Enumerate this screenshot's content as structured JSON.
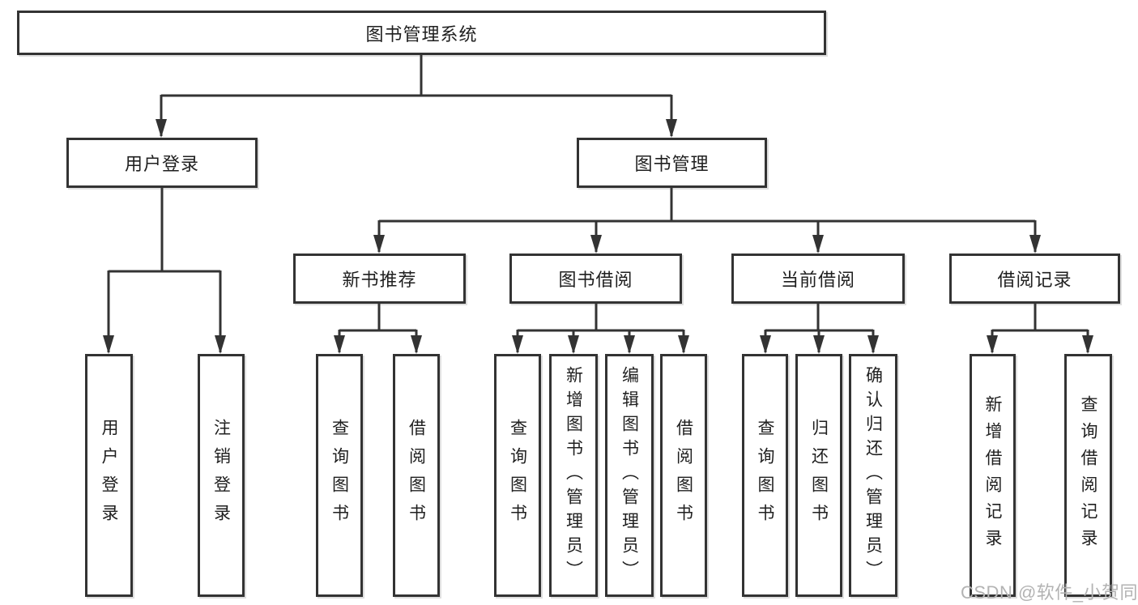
{
  "diagram": {
    "title": "图书管理系统",
    "level2": [
      {
        "label": "用户登录"
      },
      {
        "label": "图书管理"
      }
    ],
    "login_children": [
      {
        "label": "用户登录"
      },
      {
        "label": "注销登录"
      }
    ],
    "modules": [
      {
        "label": "新书推荐",
        "children": [
          {
            "label": "查询图书"
          },
          {
            "label": "借阅图书"
          }
        ]
      },
      {
        "label": "图书借阅",
        "children": [
          {
            "label": "查询图书"
          },
          {
            "label": "新增图书（管理员）"
          },
          {
            "label": "编辑图书（管理员）"
          },
          {
            "label": "借阅图书"
          }
        ]
      },
      {
        "label": "当前借阅",
        "children": [
          {
            "label": "查询图书"
          },
          {
            "label": "归还图书"
          },
          {
            "label": "确认归还（管理员）"
          }
        ]
      },
      {
        "label": "借阅记录",
        "children": [
          {
            "label": "新增借阅记录"
          },
          {
            "label": "查询借阅记录"
          }
        ]
      }
    ],
    "line_color": "#333333",
    "text_color": "#1f1f1f",
    "box_background": "#ffffff"
  },
  "watermark": {
    "text": "CSDN @软件_小贺同学",
    "color": "#b3b3b3"
  }
}
